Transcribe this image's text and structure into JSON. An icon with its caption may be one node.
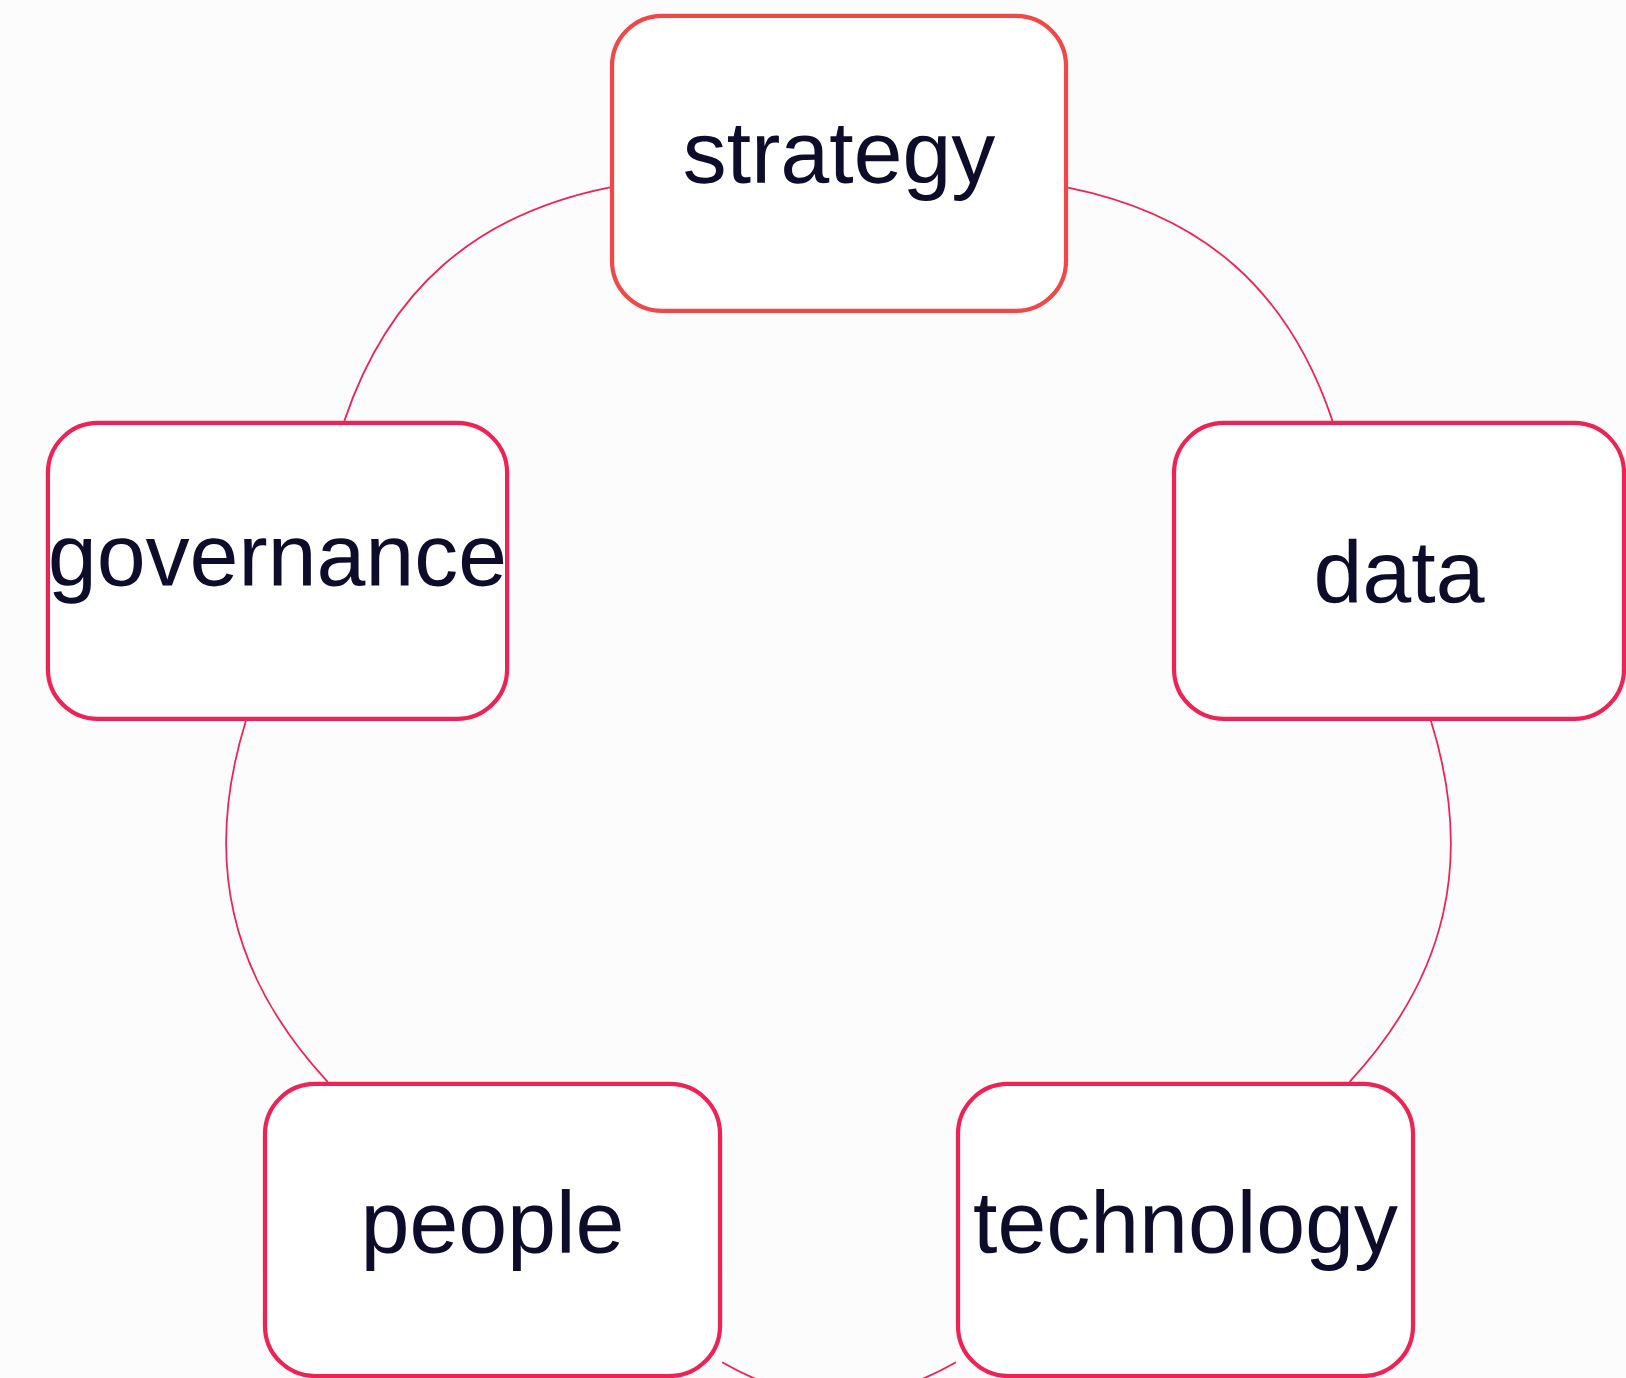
{
  "diagram": {
    "nodes": [
      {
        "text": [
          "strategy"
        ]
      },
      {
        "text": [
          "governance"
        ]
      },
      {
        "text": [
          "data"
        ]
      },
      {
        "text": [
          "people"
        ]
      },
      {
        "text": [
          "technology"
        ]
      }
    ],
    "edges": [
      {
        "from": 0,
        "to": 2,
        "arrow": "none"
      },
      {
        "from": 2,
        "to": 4,
        "arrow": "none"
      },
      {
        "from": 4,
        "to": 3,
        "arrow": "none"
      },
      {
        "from": 3,
        "to": 1,
        "arrow": "none"
      },
      {
        "from": 1,
        "to": 0,
        "arrow": "none"
      }
    ]
  }
}
